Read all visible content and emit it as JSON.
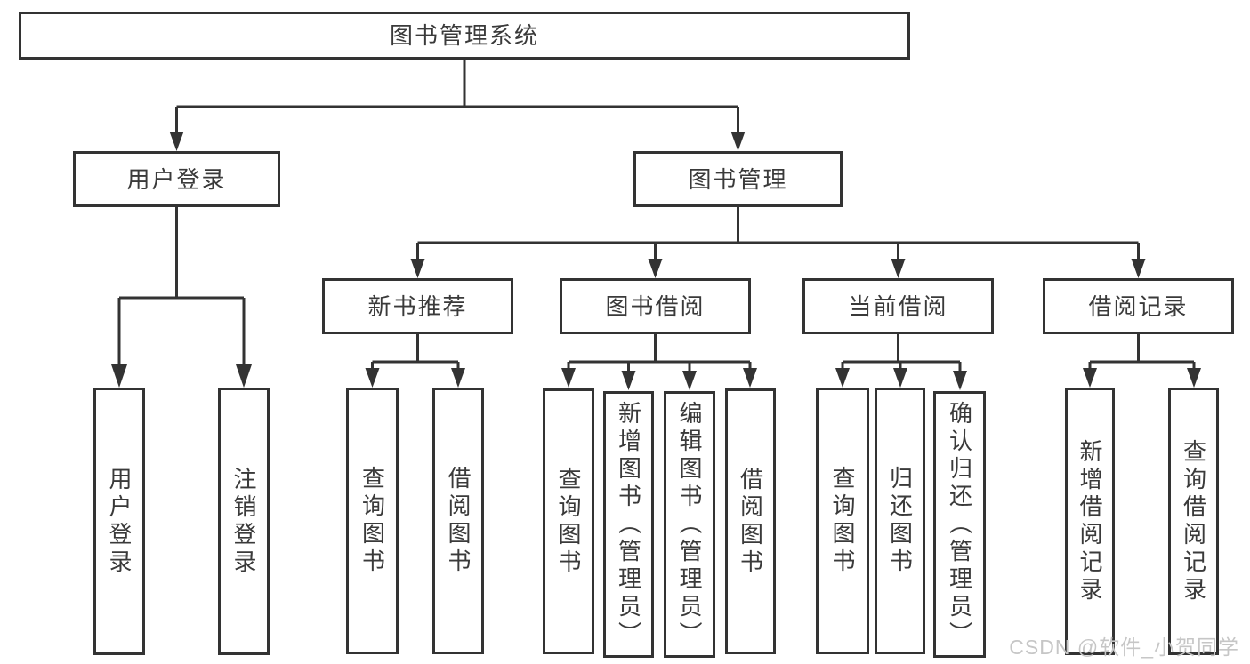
{
  "diagram": {
    "nodes": {
      "root": "图书管理系统",
      "user_login": "用户登录",
      "book_mgmt": "图书管理",
      "new_books": "新书推荐",
      "book_borrow": "图书借阅",
      "current_borrow": "当前借阅",
      "borrow_records": "借阅记录"
    },
    "leaves": {
      "user_login": [
        "用户登录",
        "注销登录"
      ],
      "new_books": [
        "查询图书",
        "借阅图书"
      ],
      "book_borrow": [
        "查询图书",
        "新增图书（管理员）",
        "编辑图书（管理员）",
        "借阅图书"
      ],
      "current_borrow": [
        "查询图书",
        "归还图书",
        "确认归还（管理员）"
      ],
      "borrow_records": [
        "新增借阅记录",
        "查询借阅记录"
      ]
    },
    "watermark": "CSDN @软件_小贺同学",
    "colors": {
      "line": "#333333",
      "text": "#3a3a3a",
      "watermark": "#c6c6c6"
    }
  }
}
